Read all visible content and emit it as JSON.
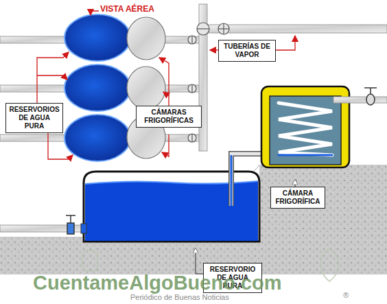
{
  "diagram": {
    "nodes": [
      {
        "text": [
          "TUBERÍAS DE VAPOR"
        ]
      },
      {
        "text": [
          "RESERVORIOS DE AGUA PURA"
        ]
      },
      {
        "text": [
          "CÁMARAS FRIGORÍFICAS"
        ]
      },
      {
        "text": [
          "CÁMARA FRIGORÍFICA"
        ]
      },
      {
        "text": [
          "RESERVORIO DE AGUA PURA"
        ]
      }
    ],
    "edges": [],
    "labels": [
      "VISTA AÉREA",
      "CuentameAlgoBueno.com",
      "Periódico de Buenas Noticias",
      "®"
    ]
  }
}
